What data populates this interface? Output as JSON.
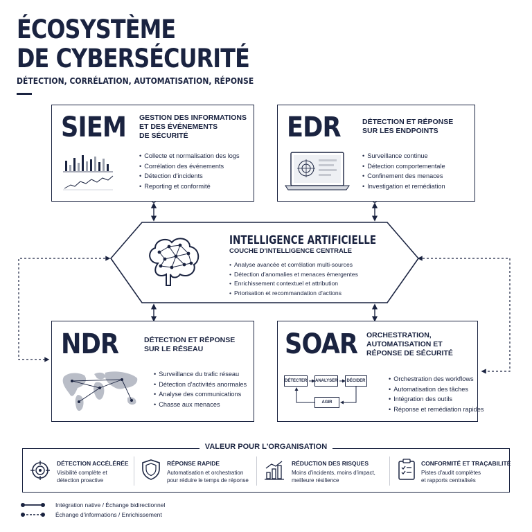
{
  "title_line1": "ÉCOSYSTÈME",
  "title_line2": "DE CYBERSÉCURITÉ",
  "subtitle": "DÉTECTION, CORRÉLATION, AUTOMATISATION, RÉPONSE",
  "siem": {
    "acronym": "SIEM",
    "heading": "GESTION DES INFORMATIONS\nET DES ÉVÉNEMENTS\nDE SÉCURITÉ",
    "items": [
      "Collecte et normalisation des logs",
      "Corrélation des événements",
      "Détection d'incidents",
      "Reporting et conformité"
    ]
  },
  "edr": {
    "acronym": "EDR",
    "heading": "DÉTECTION ET RÉPONSE\nSUR LES ENDPOINTS",
    "items": [
      "Surveillance continue",
      "Détection comportementale",
      "Confinement des menaces",
      "Investigation et remédiation"
    ]
  },
  "ai": {
    "heading": "INTELLIGENCE ARTIFICIELLE",
    "subheading": "COUCHE D'INTELLIGENCE CENTRALE",
    "items": [
      "Analyse avancée et corrélation multi-sources",
      "Détection d'anomalies et menaces émergentes",
      "Enrichissement contextuel et attribution",
      "Priorisation et recommandation d'actions"
    ]
  },
  "ndr": {
    "acronym": "NDR",
    "heading": "DÉTECTION ET RÉPONSE\nSUR LE RÉSEAU",
    "items": [
      "Surveillance du trafic réseau",
      "Détection d'activités anormales",
      "Analyse des communications",
      "Chasse aux menaces"
    ]
  },
  "soar": {
    "acronym": "SOAR",
    "heading": "ORCHESTRATION,\nAUTOMATISATION ET\nRÉPONSE DE SÉCURITÉ",
    "items": [
      "Orchestration des workflows",
      "Automatisation des tâches",
      "Intégration des outils",
      "Réponse et remédiation rapides"
    ],
    "flow": {
      "detect": "DÉTECTER",
      "analyze": "ANALYSER",
      "decide": "DÉCIDER",
      "act": "AGIR"
    }
  },
  "value": {
    "heading": "VALEUR POUR L'ORGANISATION",
    "items": [
      {
        "icon": "target-icon",
        "title": "DÉTECTION ACCÉLÉRÉE",
        "desc": "Visibilité complète et\ndétection proactive"
      },
      {
        "icon": "shield-icon",
        "title": "RÉPONSE RAPIDE",
        "desc": "Automatisation et orchestration\npour réduire le temps de réponse"
      },
      {
        "icon": "bar-chart-icon",
        "title": "RÉDUCTION DES RISQUES",
        "desc": "Moins d'incidents, moins d'impact,\nmeilleure résilience"
      },
      {
        "icon": "checklist-icon",
        "title": "CONFORMITÉ ET TRAÇABILITÉ",
        "desc": "Pistes d'audit complètes\net rapports centralisés"
      }
    ]
  },
  "legend": {
    "solid": "Intégration native / Échange bidirectionnel",
    "dashed": "Échange d'informations / Enrichissement"
  }
}
